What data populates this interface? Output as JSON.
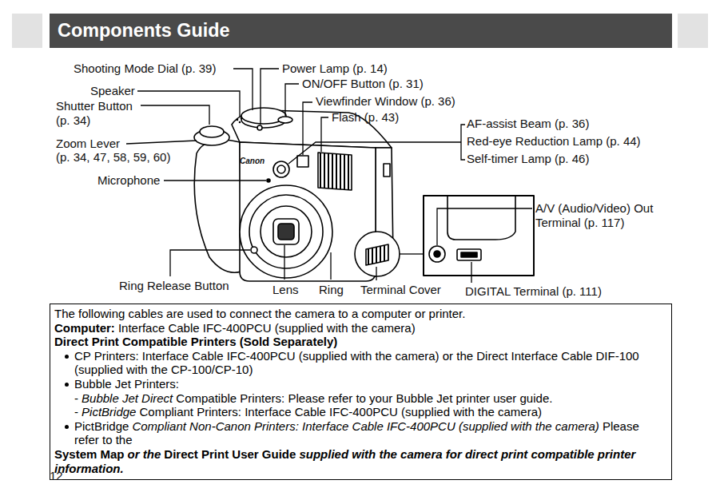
{
  "diagram": {
    "title": "Components Guide",
    "nodes": [
      {
        "text": [
          "Components Guide"
        ]
      },
      {
        "text": [
          "The following cables are used to connect the camera to a computer or printer.",
          "Computer:",
          "Interface Cable IFC-400PCU (supplied with the camera)",
          "Direct Print Compatible Printers (Sold Separately)",
          "CP Printers: Interface Cable IFC-400PCU (supplied with the camera) or the Direct Interface Cable DIF-100 (supplied with the CP-100/CP-10)",
          "Bubble Jet Printers:",
          "-",
          "Bubble Jet Direct",
          "Compatible Printers: Please refer to your Bubble Jet printer user guide.",
          "-",
          "PictBridge",
          "Compliant Printers: Interface Cable IFC-400PCU (supplied with the camera)",
          "PictBridge",
          "Compliant Non-Canon Printers: Interface Cable IFC-400PCU (supplied with the camera)",
          "Please refer to the",
          "System Map",
          "or the",
          "Direct Print User Guide",
          "supplied with the camera for direct print compatible printer information."
        ]
      }
    ],
    "labels": [
      "Shooting Mode Dial (p. 39)",
      "Power Lamp (p. 14)",
      "ON/OFF Button (p. 31)",
      "Speaker",
      "Viewfinder Window (p. 36)",
      "Shutter Button",
      "Flash (p. 43)",
      "(p. 34)",
      "AF-assist Beam (p. 36)",
      "Red-eye Reduction Lamp (p. 44)",
      "Zoom Lever",
      "Self-timer Lamp (p. 46)",
      "(p. 34, 47, 58, 59, 60)",
      "Canon",
      "Microphone",
      "A/V (Audio/Video) Out Terminal (p. 117)",
      "Ring Release Button",
      "Lens",
      "Ring",
      "Terminal Cover",
      "DIGITAL Terminal (p. 111)",
      "12"
    ]
  }
}
